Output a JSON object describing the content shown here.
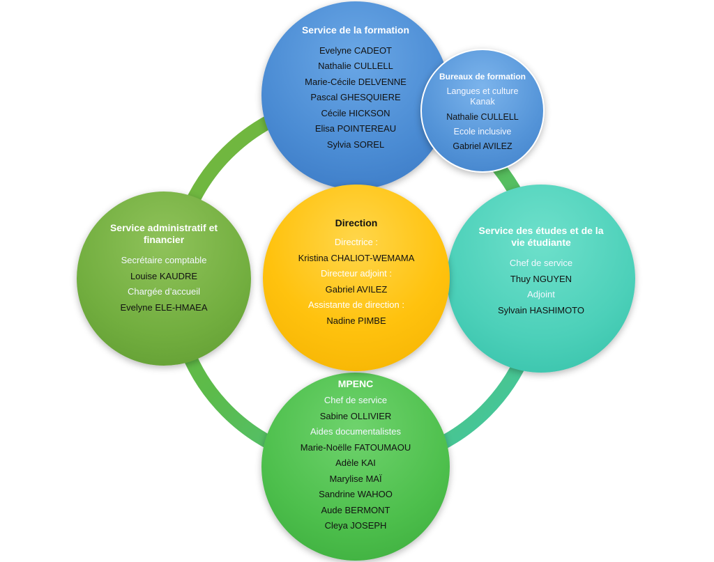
{
  "colors": {
    "ring_left": "#6aaa2f",
    "ring_right": "#3fc9b0",
    "formation": "#4a8bd3",
    "direction": "#ffc20e",
    "admin": "#72ae3f",
    "etudes": "#4cd0b9",
    "mpenc": "#4dbf4c"
  },
  "formation": {
    "title": "Service de la formation",
    "lines": [
      "Evelyne CADEOT",
      "Nathalie CULLELL",
      "Marie-Cécile DELVENNE",
      "Pascal GHESQUIERE",
      "Cécile HICKSON",
      "Elisa POINTEREAU",
      "Sylvia SOREL"
    ]
  },
  "bureaux": {
    "title": "Bureaux de formation",
    "lines": [
      "Langues et culture Kanak",
      "Nathalie CULLELL",
      "Ecole inclusive",
      "Gabriel AVILEZ"
    ]
  },
  "direction": {
    "title": "Direction",
    "lines": [
      "Directrice :",
      "Kristina CHALIOT-WEMAMA",
      "Directeur adjoint :",
      "Gabriel AVILEZ",
      "Assistante de direction :",
      "Nadine PIMBE"
    ]
  },
  "admin": {
    "title": "Service administratif et financier",
    "lines": [
      "Secrétaire comptable",
      "Louise KAUDRE",
      "Chargée d’accueil",
      "Evelyne ELE-HMAEA"
    ]
  },
  "etudes": {
    "title": "Service des études et de la vie étudiante",
    "lines": [
      "Chef de service",
      "Thuy NGUYEN",
      "Adjoint",
      "Sylvain HASHIMOTO"
    ]
  },
  "mpenc": {
    "title": "MPENC",
    "lines": [
      "Chef de service",
      "Sabine OLLIVIER",
      "Aides documentalistes",
      "Marie-Noëlle FATOUMAOU",
      "Adèle KAI",
      "Marylise MAÏ",
      "Sandrine WAHOO",
      "Aude BERMONT",
      "Cleya JOSEPH"
    ]
  }
}
